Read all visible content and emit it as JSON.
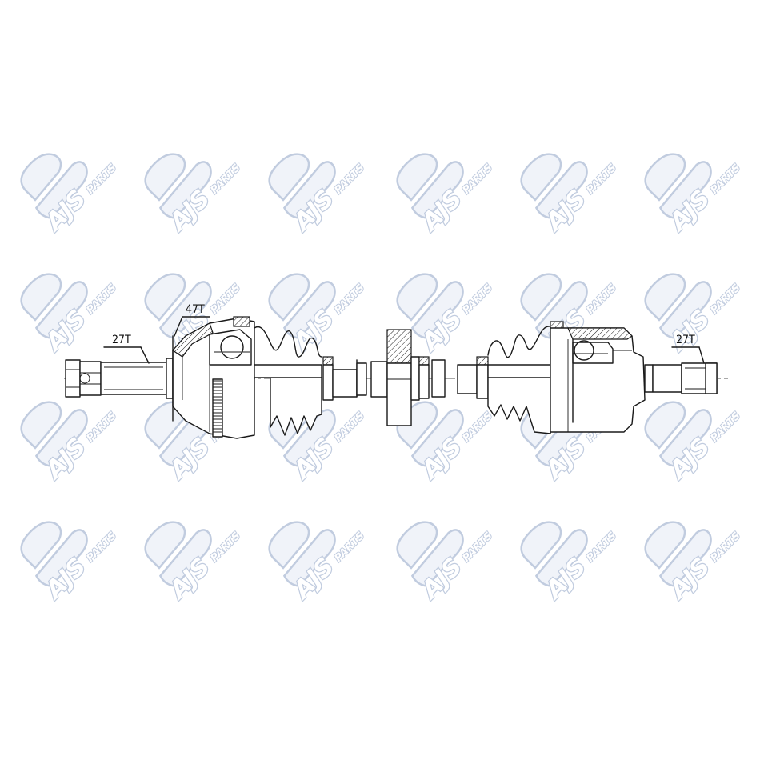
{
  "watermark": {
    "brand": "AJS",
    "suffix": "PARTS",
    "color": "#8fa3c6"
  },
  "drawing": {
    "callouts": {
      "left_outer_spline": "27T",
      "abs_ring": "47T",
      "right_inner_spline": "27T"
    },
    "line_color": "#1a1a1a"
  }
}
